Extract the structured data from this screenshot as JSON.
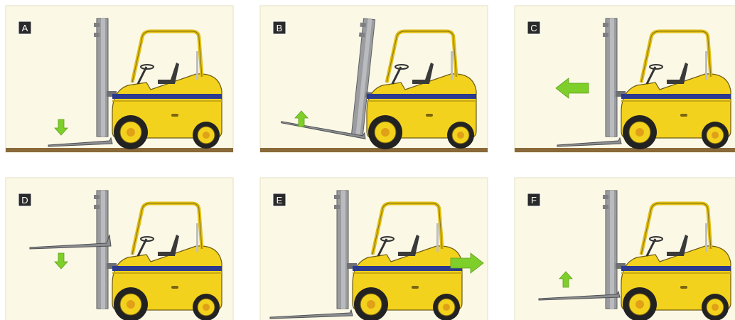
{
  "panels": [
    {
      "label": "A",
      "fork_state": "lowered",
      "arrow": "down"
    },
    {
      "label": "B",
      "fork_state": "tilted-up",
      "arrow": "up"
    },
    {
      "label": "C",
      "fork_state": "lowered",
      "arrow": "left"
    },
    {
      "label": "D",
      "fork_state": "raised",
      "arrow": "down"
    },
    {
      "label": "E",
      "fork_state": "on-ground",
      "arrow": "right"
    },
    {
      "label": "F",
      "fork_state": "low-raised",
      "arrow": "up"
    }
  ],
  "colors": {
    "background": "#fbf8e6",
    "ground": "#8a6a3a",
    "body_yellow": "#f3d21e",
    "stripe_blue": "#2b3a8f",
    "mast_gray": "#9a9c9f",
    "arrow_green": "#7fcf2a",
    "label_box": "#2a2a2a",
    "tire": "#222222"
  }
}
